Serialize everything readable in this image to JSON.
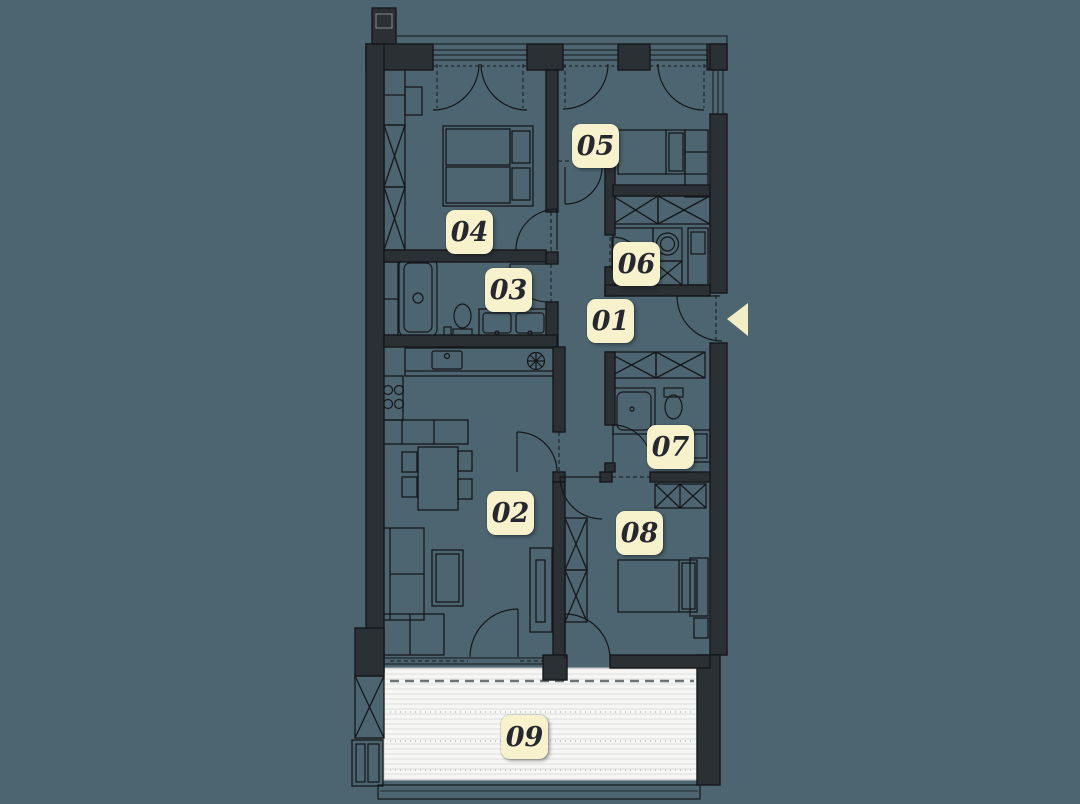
{
  "plan": {
    "title": "apartment floor plan",
    "room_labels": [
      {
        "number": "01"
      },
      {
        "number": "02"
      },
      {
        "number": "03"
      },
      {
        "number": "04"
      },
      {
        "number": "05"
      },
      {
        "number": "06"
      },
      {
        "number": "07"
      },
      {
        "number": "08"
      },
      {
        "number": "09"
      }
    ],
    "entrance_arrow": {
      "direction": "left",
      "color": "#f2edc4"
    },
    "colors": {
      "background": "#4c6570",
      "wall": "#2b3034",
      "line": "#15171a",
      "terrace": "#f6f6f5",
      "terrace_line": "#dedede",
      "label_background": "#f7f2cb",
      "label_text": "#262731",
      "arrow": "#f2edc4"
    }
  }
}
